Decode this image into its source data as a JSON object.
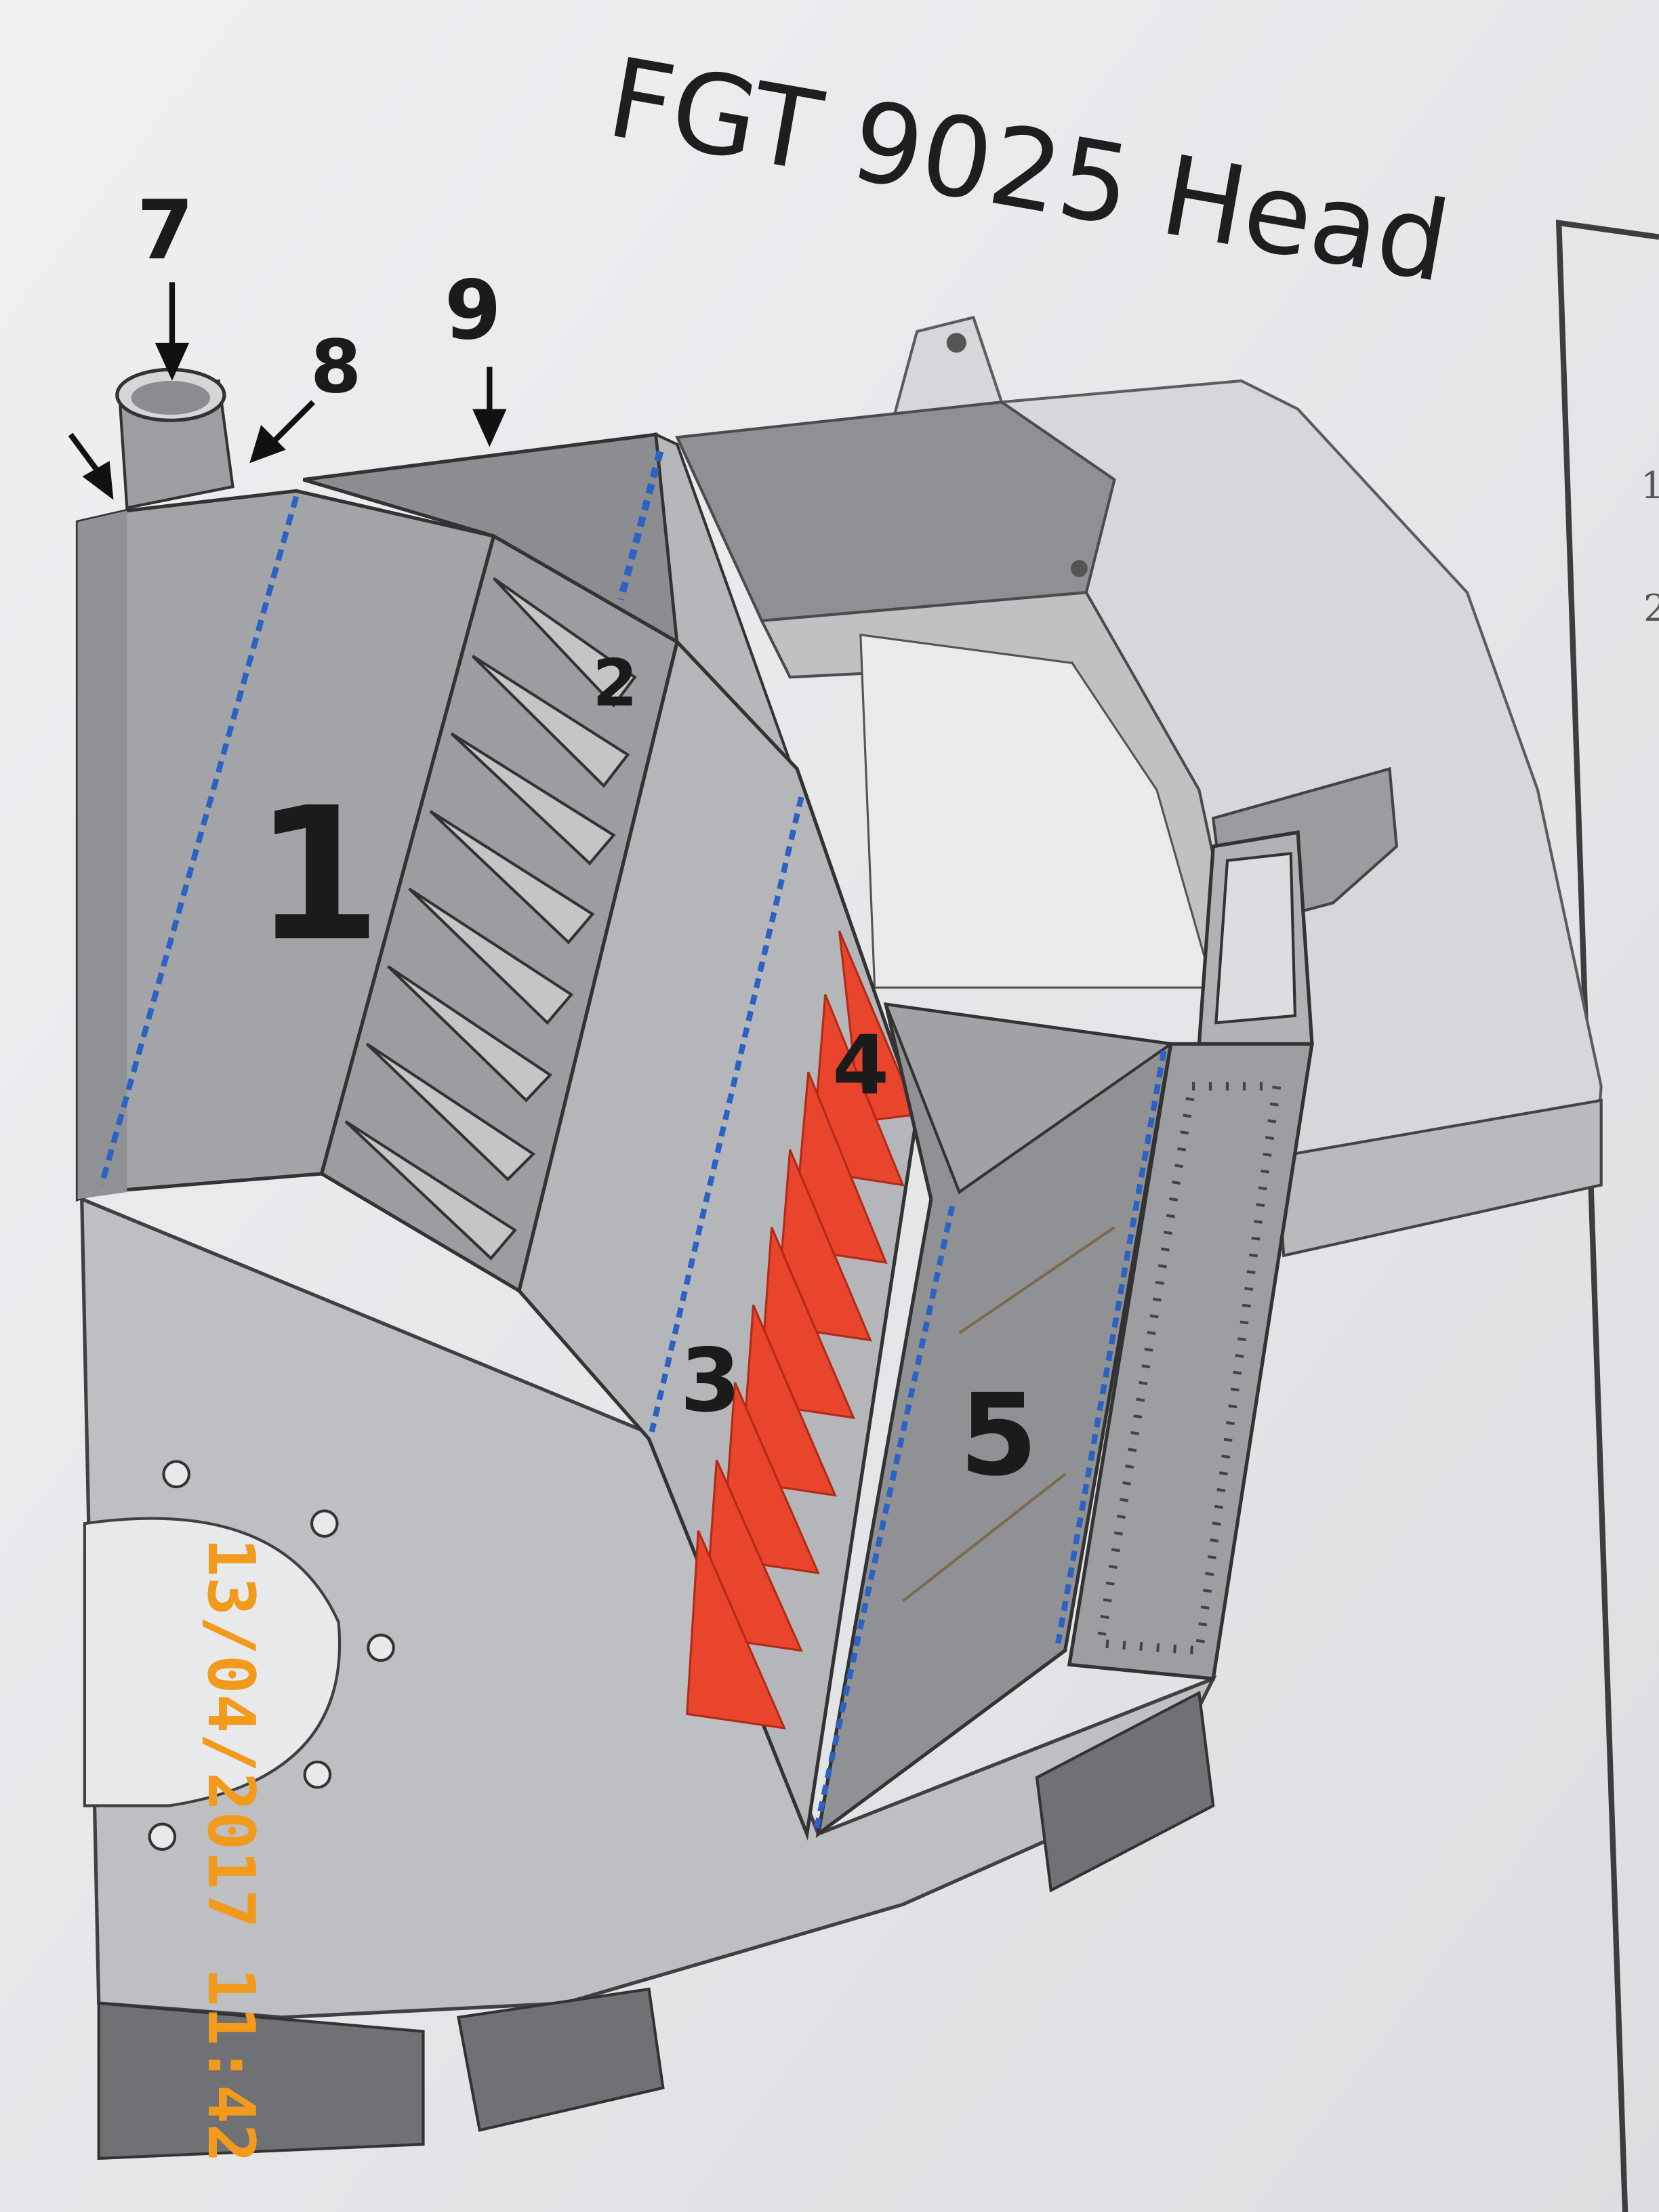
{
  "title": "FGT 9025 Head",
  "callouts": [
    "1",
    "2",
    "3",
    "4",
    "5",
    "7",
    "8",
    "9"
  ],
  "side_panel": {
    "items": [
      "1",
      "2"
    ]
  },
  "timestamp": "13/04/2017 11:42",
  "colors": {
    "paper": "#e6e7ea",
    "steel": "#a9abad",
    "steel_dark": "#7e8083",
    "wear_plates": "#e8452c",
    "weld_lines": "#2a63c4",
    "timestamp": "#f29a1c"
  }
}
